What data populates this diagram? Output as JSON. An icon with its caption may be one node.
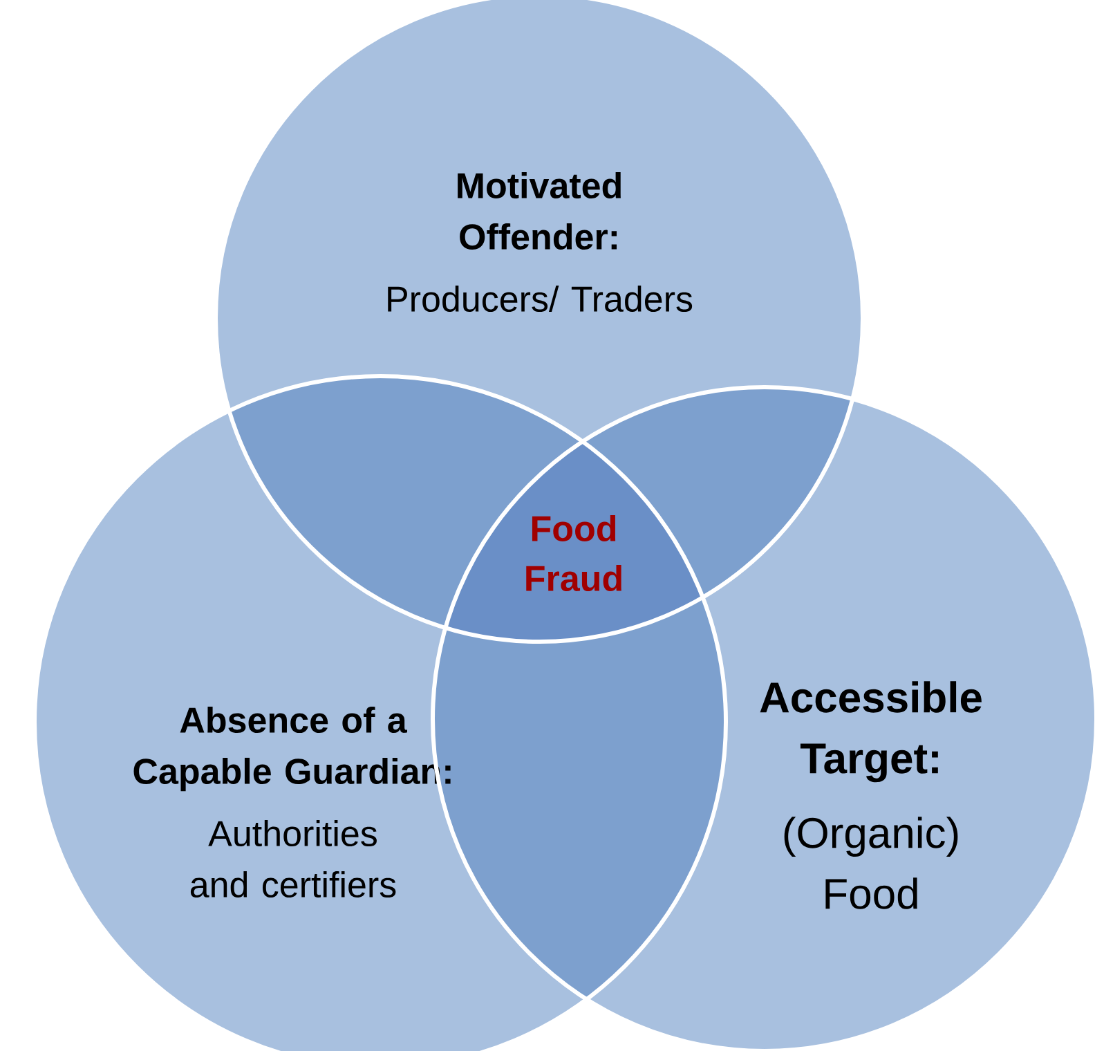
{
  "diagram": {
    "nodes": [
      {
        "text": [
          "Motivated Offender:",
          "Producers/ Traders"
        ]
      },
      {
        "text": [
          "Absence of a Capable Guardian:",
          "Authorities and certifiers"
        ]
      },
      {
        "text": [
          "Accessible Target:",
          "(Organic) Food"
        ]
      }
    ],
    "labels": [
      "Food Fraud"
    ]
  }
}
